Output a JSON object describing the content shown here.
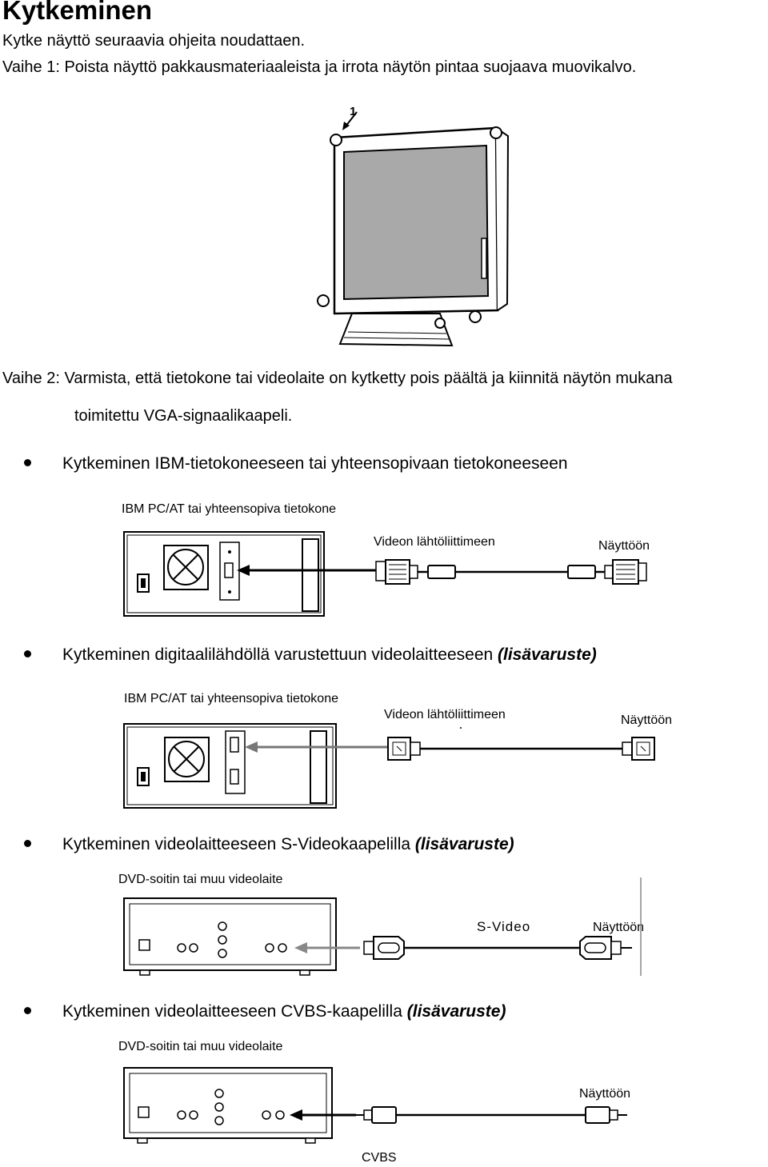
{
  "title": "Kytkeminen",
  "intro": "Kytke näyttö seuraavia ohjeita noudattaen.",
  "step1": "Vaihe 1: Poista näyttö pakkausmateriaaleista ja irrota näytön pintaa suojaava muovikalvo.",
  "monitor_callout": "1",
  "step2_line1": "Vaihe 2: Varmista, että tietokone tai videolaite on kytketty pois päältä ja kiinnitä näytön mukana",
  "step2_line2": "toimitettu VGA-signaalikaapeli.",
  "sections": [
    {
      "heading": "Kytkeminen IBM-tietokoneeseen tai yhteensopivaan tietokoneeseen",
      "heading_em": "",
      "device_label": "IBM PC/AT tai yhteensopiva tietokone",
      "source_label": "Videon lähtöliittimeen",
      "target_label": "Näyttöön"
    },
    {
      "heading": "Kytkeminen digitaalilähdöllä varustettuun videolaitteeseen ",
      "heading_em": "(lisävaruste)",
      "device_label": "IBM PC/AT tai yhteensopiva tietokone",
      "source_label": "Videon lähtöliittimeen",
      "target_label": "Näyttöön"
    },
    {
      "heading": "Kytkeminen videolaitteeseen S-Videokaapelilla ",
      "heading_em": "(lisävaruste)",
      "device_label": "DVD-soitin tai muu videolaite",
      "cable_label": "S-Video",
      "target_label": "Näyttöön"
    },
    {
      "heading": "Kytkeminen videolaitteeseen CVBS-kaapelilla ",
      "heading_em": "(lisävaruste)",
      "device_label": "DVD-soitin tai muu videolaite",
      "cable_label": "CVBS",
      "target_label": "Näyttöön"
    }
  ]
}
